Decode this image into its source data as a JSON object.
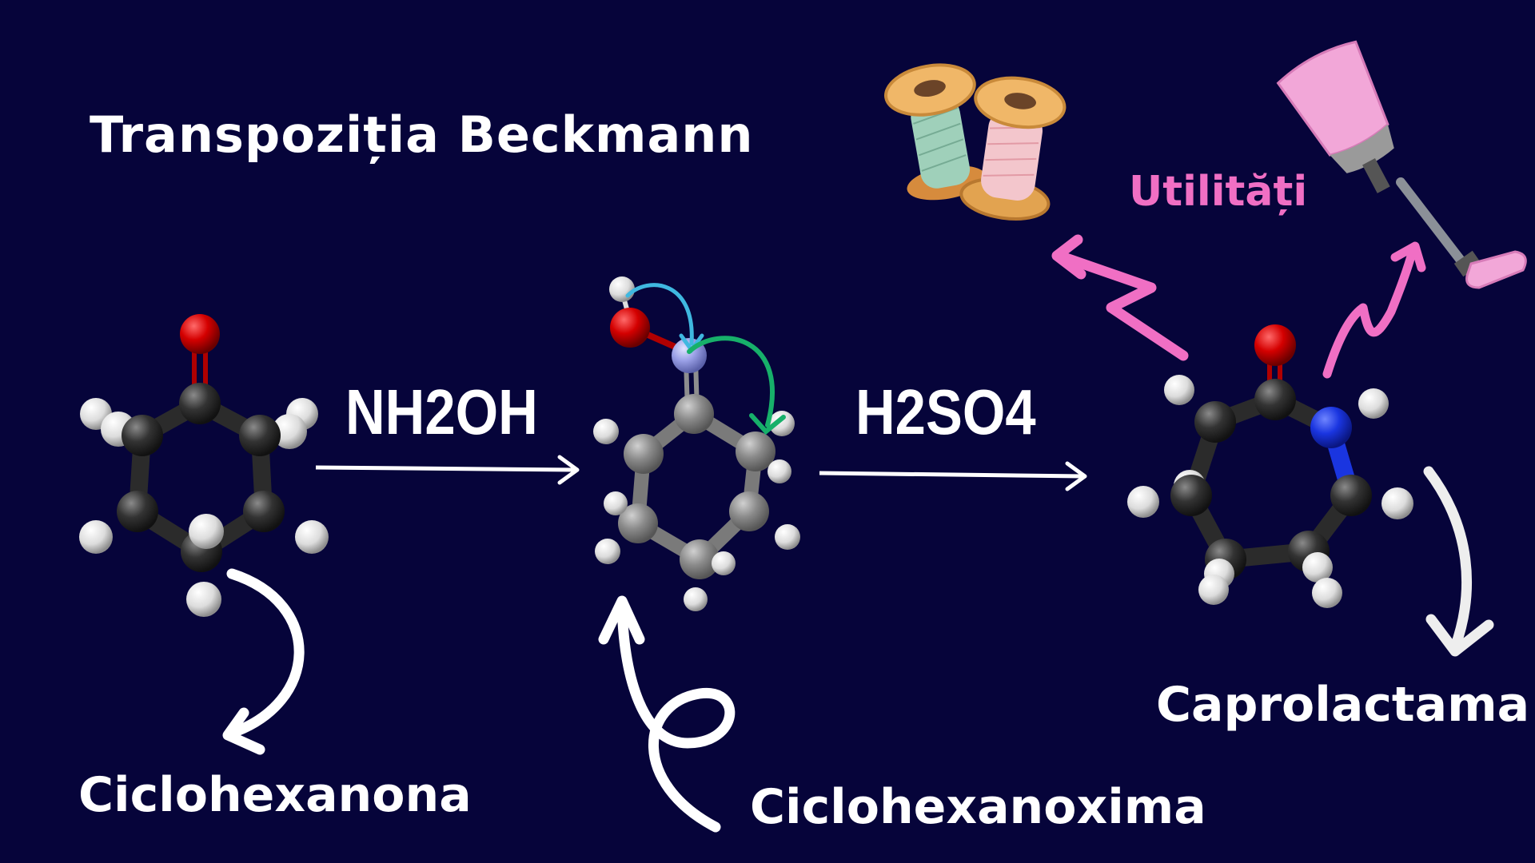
{
  "title": "Transpoziția Beckmann",
  "reagents": {
    "step1": "NH2OH",
    "step2": "H2SO4"
  },
  "molecules": {
    "m1": "Ciclohexanona",
    "m2": "Ciclohexanoxima",
    "m3": "Caprolactama"
  },
  "uses_label": "Utilități",
  "colors": {
    "background": "#06043a",
    "carbon": "#2b2b2b",
    "hydrogen": "#e6e6e6",
    "oxygen": "#d40000",
    "nitrogen_oxime": "#9aa0e6",
    "nitrogen_lactam": "#1a35e0",
    "uses_accent": "#f06fc4",
    "arrow_blue": "#3fb8e0",
    "arrow_green": "#17b06a"
  },
  "icons": [
    "thread-spools-icon",
    "prosthetic-leg-icon"
  ]
}
